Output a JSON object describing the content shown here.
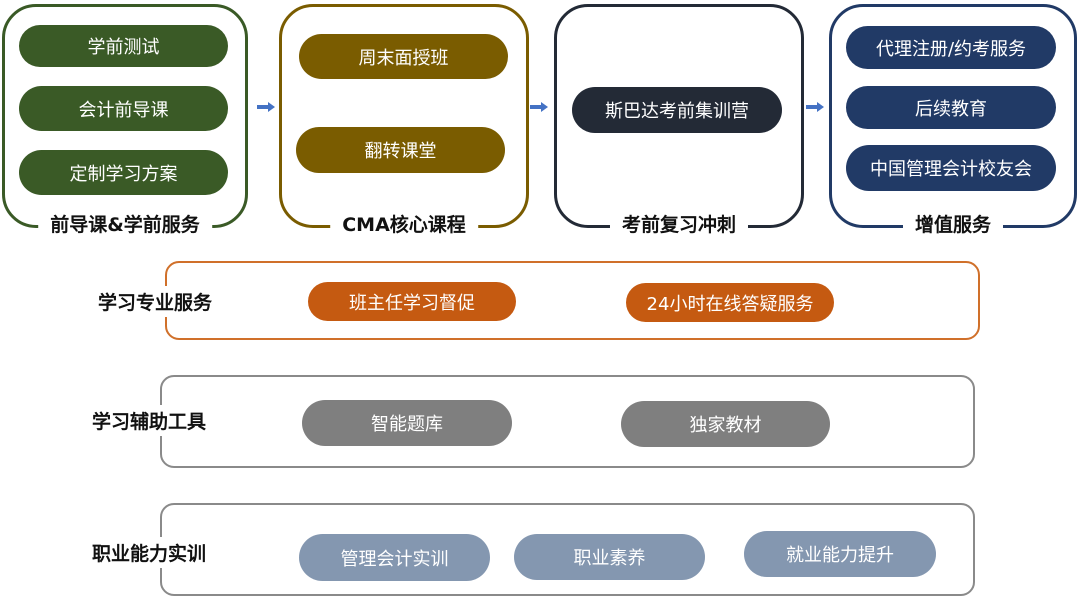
{
  "colors": {
    "green": "#3a5a26",
    "olive": "#7a5c00",
    "dark": "#232a36",
    "navy": "#213a66",
    "orange": "#c55a11",
    "gray": "#7f7f7f",
    "slate": "#8497b0",
    "arrow": "#4472c4"
  },
  "stages": [
    {
      "title": "前导课&学前服务",
      "items": [
        "学前测试",
        "会计前导课",
        "定制学习方案"
      ]
    },
    {
      "title": "CMA核心课程",
      "items": [
        "周末面授班",
        "翻转课堂"
      ]
    },
    {
      "title": "考前复习冲刺",
      "items": [
        "斯巴达考前集训营"
      ]
    },
    {
      "title": "增值服务",
      "items": [
        "代理注册/约考服务",
        "后续教育",
        "中国管理会计校友会"
      ]
    }
  ],
  "rows": [
    {
      "label": "学习专业服务",
      "items": [
        "班主任学习督促",
        "24小时在线答疑服务"
      ]
    },
    {
      "label": "学习辅助工具",
      "items": [
        "智能题库",
        "独家教材"
      ]
    },
    {
      "label": "职业能力实训",
      "items": [
        "管理会计实训",
        "职业素养",
        "就业能力提升"
      ]
    }
  ]
}
